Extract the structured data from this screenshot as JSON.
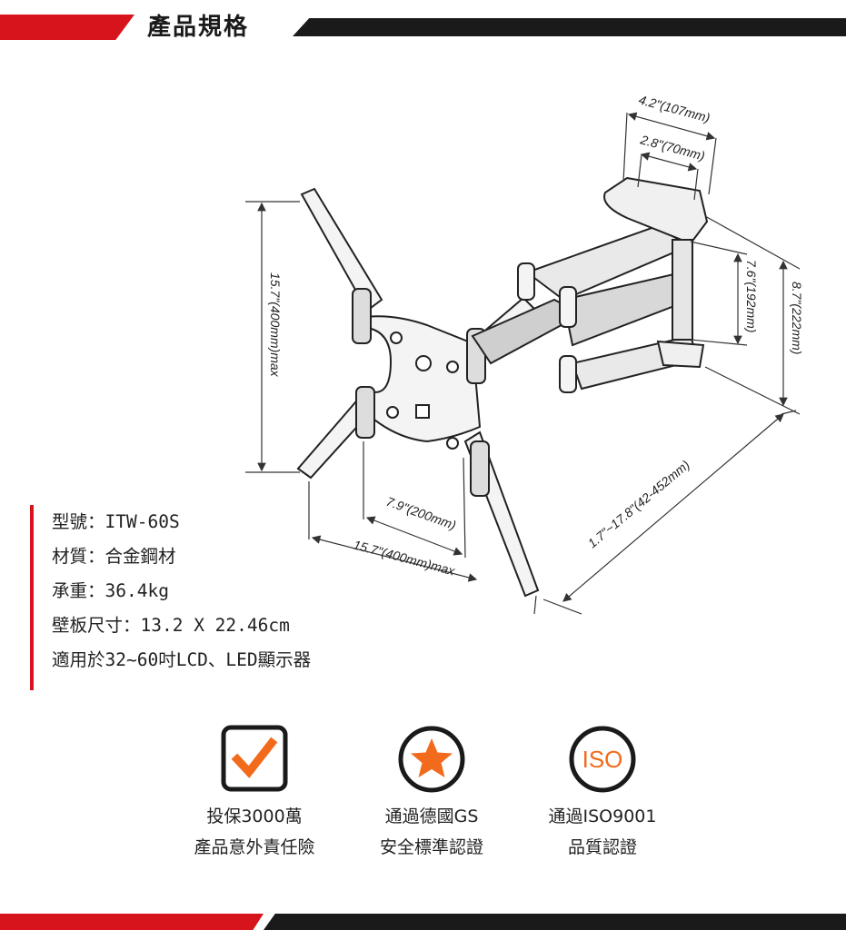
{
  "header": {
    "title": "產品規格"
  },
  "dimensions": {
    "width_outer": "4.2\"(107mm)",
    "width_inner": "2.8\"(70mm)",
    "height_vesa": "15.7\"(400mm)max",
    "height_plate": "7.6\"(192mm)",
    "height_plate_total": "8.7\"(222mm)",
    "vesa_inner": "7.9\"(200mm)",
    "vesa_outer": "15.7\"(400mm)max",
    "extension": "1.7\"~17.8\"(42-452mm)"
  },
  "specs": [
    "型號：ITW-60S",
    "材質：合金鋼材",
    "承重：36.4kg",
    "壁板尺寸：13.2 X 22.46cm",
    "適用於32~60吋LCD、LED顯示器"
  ],
  "badges": [
    {
      "icon": "checkmark-icon",
      "lines": [
        "投保3000萬",
        "產品意外責任險"
      ]
    },
    {
      "icon": "star-icon",
      "lines": [
        "通過德國GS",
        "安全標準認證"
      ]
    },
    {
      "icon": "iso-icon",
      "text": "ISO",
      "lines": [
        "通過ISO9001",
        "品質認證"
      ]
    }
  ],
  "colors": {
    "accent": "#d7141c",
    "dark": "#1a1a1a",
    "badge": "#f26a1b"
  }
}
